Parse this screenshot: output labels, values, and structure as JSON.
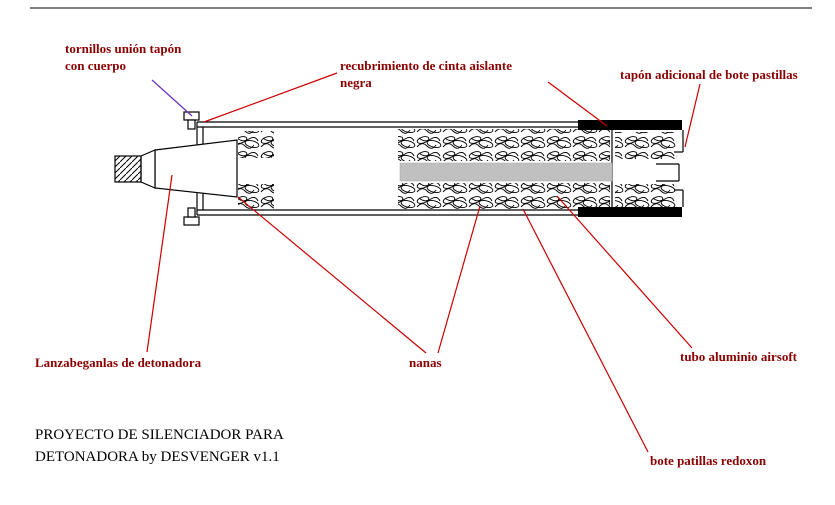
{
  "colors": {
    "background": "#ffffff",
    "label_text": "#8b0000",
    "leader_line_red": "#cc0000",
    "leader_line_purple": "#6a30c0",
    "inner_tube_gray": "#c0c0c0",
    "drawing_line": "#000000"
  },
  "labels": {
    "tornillos": {
      "line1": "tornillos unión tapón",
      "line2": "con cuerpo"
    },
    "recubrimiento": {
      "line1": "recubrimiento de cinta aislante",
      "line2": "negra"
    },
    "tapon_adicional": {
      "text": "tapón adicional de bote pastillas"
    },
    "lanzabeganlas": {
      "text": "Lanzabeganlas de detonadora"
    },
    "nanas": {
      "text": "nanas"
    },
    "tubo_aluminio": {
      "text": "tubo aluminio airsoft"
    },
    "bote_patillas": {
      "text": "bote patillas redoxon"
    }
  },
  "title": {
    "line1": "PROYECTO DE SILENCIADOR PARA",
    "line2": "DETONADORA by DESVENGER v1.1"
  }
}
